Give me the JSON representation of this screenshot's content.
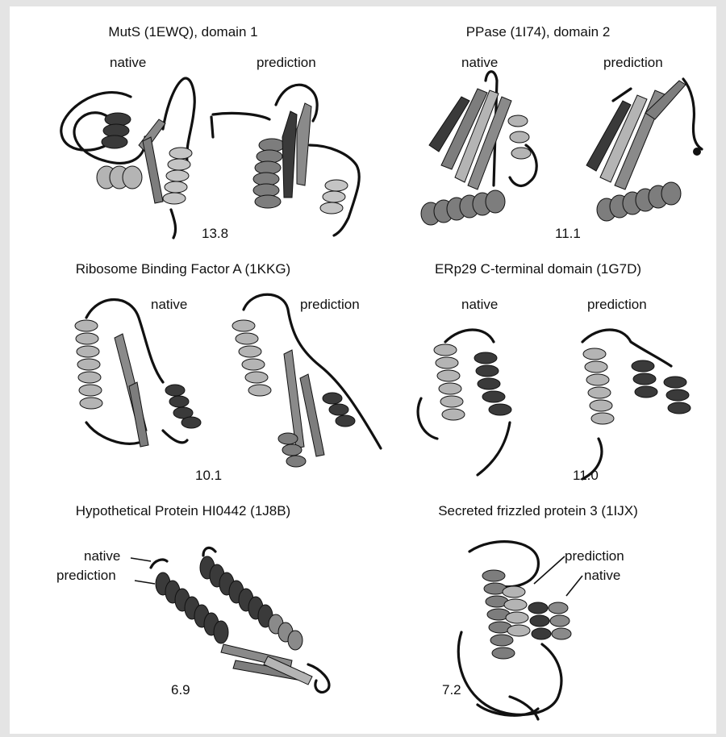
{
  "figure": {
    "panels": [
      {
        "title": "MutS (1EWQ), domain 1",
        "native_label": "native",
        "prediction_label": "prediction",
        "score": "13.8"
      },
      {
        "title": "PPase (1I74), domain 2",
        "native_label": "native",
        "prediction_label": "prediction",
        "score": "11.1"
      },
      {
        "title": "Ribosome Binding Factor A (1KKG)",
        "native_label": "native",
        "prediction_label": "prediction",
        "score": "10.1"
      },
      {
        "title": "ERp29 C-terminal domain (1G7D)",
        "native_label": "native",
        "prediction_label": "prediction",
        "score": "11.0"
      },
      {
        "title": "Hypothetical Protein HI0442 (1J8B)",
        "native_label": "native",
        "prediction_label": "prediction",
        "score": "6.9"
      },
      {
        "title": "Secreted frizzled protein 3 (1IJX)",
        "native_label": "prediction",
        "prediction_label": "native",
        "score": "7.2"
      }
    ],
    "colors": {
      "helix_dark": "#3a3a3a",
      "helix_mid": "#7d7d7d",
      "helix_light": "#b4b4b4",
      "strand": "#8a8a8a",
      "coil": "#111111"
    }
  }
}
